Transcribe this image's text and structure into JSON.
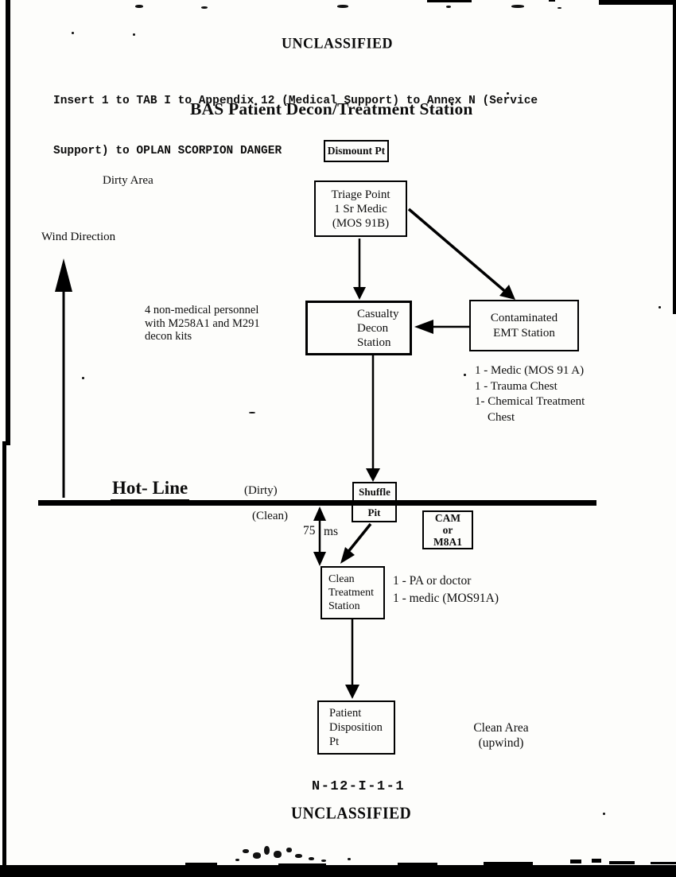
{
  "page": {
    "classification_top": "UNCLASSIFIED",
    "classification_bottom": "UNCLASSIFIED",
    "header_line1": "Insert 1 to TAB I to Appendix 12 (Medical Support) to Annex N (Service",
    "header_line2": "Support) to OPLAN SCORPION DANGER",
    "title": "BAS Patient Decon/Treatment Station",
    "doc_number": "N-12-I-1-1"
  },
  "labels": {
    "dirty_area": "Dirty Area",
    "wind_direction": "Wind Direction",
    "hot_line": "Hot- Line",
    "dirty_side": "(Dirty)",
    "clean_side": "(Clean)",
    "distance_value": "75",
    "distance_unit": "ms",
    "clean_area_line1": "Clean Area",
    "clean_area_line2": "(upwind)"
  },
  "boxes": {
    "dismount": {
      "label": "Dismount Pt"
    },
    "triage": {
      "lines": [
        "Triage Point",
        "1 Sr Medic",
        "(MOS 91B)"
      ]
    },
    "casualty": {
      "lines": [
        "Casualty",
        "Decon",
        "Station"
      ]
    },
    "contaminated": {
      "lines": [
        "Contaminated",
        "EMT Station"
      ]
    },
    "shuffle_pit": {
      "top": "Shuffle",
      "bottom": "Pit"
    },
    "cam": {
      "lines": [
        "CAM",
        "or",
        "M8A1"
      ]
    },
    "clean_treatment": {
      "lines": [
        "Clean",
        "Treatment",
        "Station"
      ]
    },
    "patient_disposition": {
      "lines": [
        "Patient",
        "Disposition",
        "Pt"
      ]
    }
  },
  "notes": {
    "decon_personnel": [
      "4 non-medical personnel",
      "with M258A1 and M291",
      "decon kits"
    ],
    "emt_staffing": [
      "1 - Medic (MOS 91 A)",
      "1 - Trauma Chest",
      "1- Chemical Treatment",
      "Chest"
    ],
    "clean_staffing": [
      "1 - PA or doctor",
      "1 - medic (MOS91A)"
    ]
  },
  "colors": {
    "ink": "#000000",
    "paper": "#fdfdfb"
  }
}
